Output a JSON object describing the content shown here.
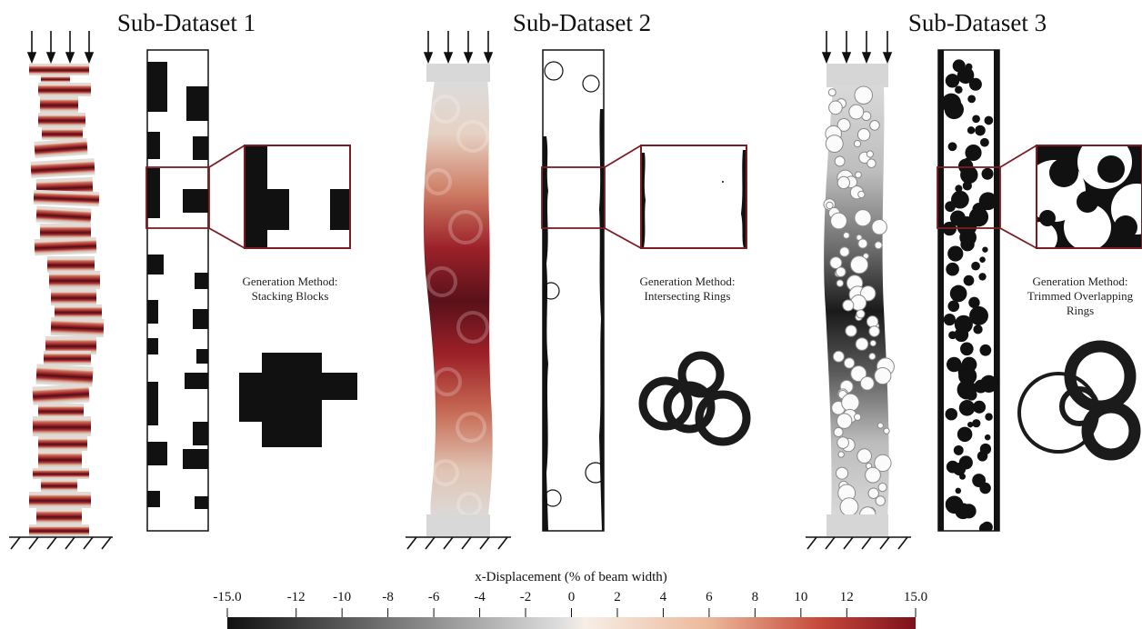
{
  "sub_datasets": [
    {
      "title": "Sub-Dataset 1",
      "method_lines": [
        "Generation Method:",
        "Stacking Blocks"
      ]
    },
    {
      "title": "Sub-Dataset 2",
      "method_lines": [
        "Generation Method:",
        "Intersecting Rings"
      ]
    },
    {
      "title": "Sub-Dataset 3",
      "method_lines": [
        "Generation Method:",
        "Trimmed Overlapping",
        "Rings"
      ]
    }
  ],
  "colorbar": {
    "title": "x-Displacement (% of beam width)",
    "ticks": [
      "-15.0",
      "-12",
      "-10",
      "-8",
      "-6",
      "-4",
      "-2",
      "0",
      "2",
      "4",
      "6",
      "8",
      "10",
      "12",
      "15.0"
    ],
    "tick_values": [
      -15,
      -12,
      -10,
      -8,
      -6,
      -4,
      -2,
      0,
      2,
      4,
      6,
      8,
      10,
      12,
      15
    ],
    "range": [
      -15,
      15
    ],
    "colors": [
      "#111111",
      "#dcdcdc",
      "#f7eee6",
      "#ecb89a",
      "#c64a3c",
      "#7e101b"
    ]
  },
  "colors": {
    "frame_maroon": "#7a1e24",
    "solid_black": "#111111"
  }
}
